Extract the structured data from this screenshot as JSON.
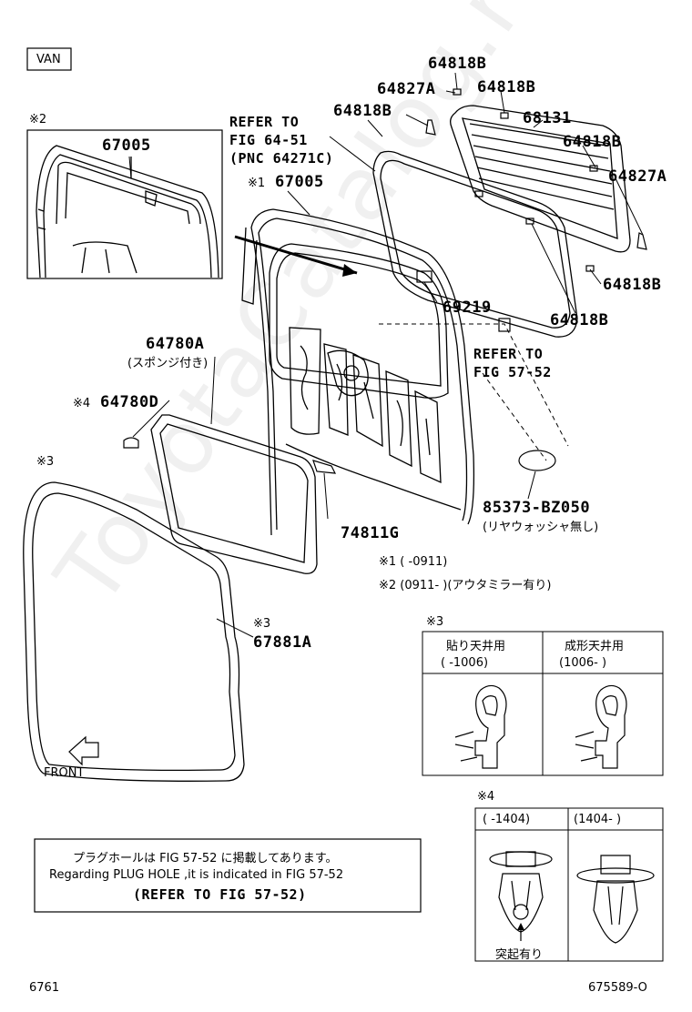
{
  "variant_tag": "VAN",
  "watermark": "ToyotaCatalog.ru",
  "inset_mark": "※2",
  "inset_part": "67005",
  "parts": {
    "p64818B_top": "64818B",
    "p64827A_left": "64827A",
    "p64818B_right_top": "64818B",
    "p64818B_left": "64818B",
    "p68131": "68131",
    "p64818B_right_mid": "64818B",
    "p64827A_right": "64827A",
    "p64818B_right_low": "64818B",
    "p64818B_bottom": "64818B",
    "p69219": "69219",
    "p67005_mark": "※1",
    "p67005": "67005",
    "p64780A": "64780A",
    "p64780A_note": "(スポンジ付き)",
    "p64780D_mark": "※4",
    "p64780D": "64780D",
    "p74811G": "74811G",
    "p85373": "85373-BZ050",
    "p85373_note": "(リヤウォッシャ無し)",
    "p67881A_mark": "※3",
    "p67881A": "67881A",
    "seal_mark": "※3"
  },
  "refs": {
    "ref1_line1": "REFER TO",
    "ref1_line2": "FIG 64-51",
    "ref1_line3": "(PNC 64271C)",
    "ref2_line1": "REFER TO",
    "ref2_line2": "FIG 57-52"
  },
  "notes": {
    "n1": "※1 (    -0911)",
    "n2": "※2 (0911-    )(アウタミラー有り)"
  },
  "front_label": "FRONT",
  "table3": {
    "mark": "※3",
    "col1_title": "貼り天井用",
    "col1_range": "(     -1006)",
    "col2_title": "成形天井用",
    "col2_range": "(1006-     )"
  },
  "table4": {
    "mark": "※4",
    "col1_range": "(     -1404)",
    "col2_range": "(1404-     )",
    "col1_caption": "突起有り"
  },
  "notice": {
    "line1": "プラグホールは FIG 57-52 に掲載してあります。",
    "line2": "Regarding PLUG HOLE ,it is indicated in FIG 57-52",
    "line3": "(REFER TO FIG 57-52)"
  },
  "footer_left": "6761",
  "footer_right": "675589-O"
}
